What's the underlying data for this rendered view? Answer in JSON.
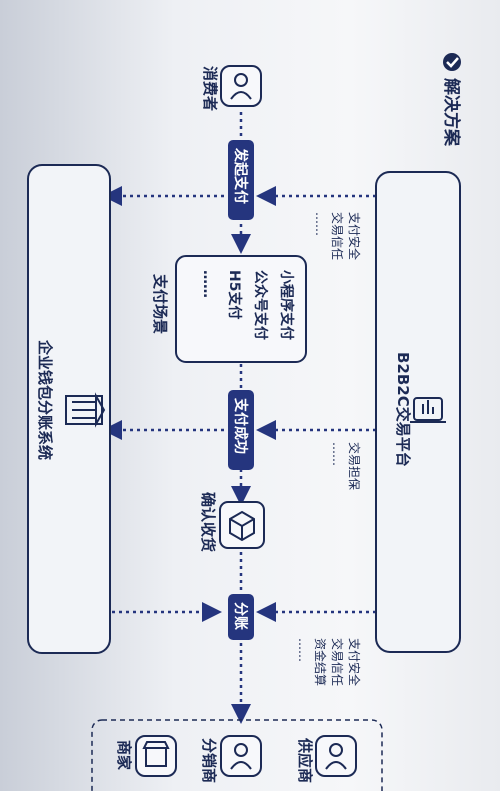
{
  "header": {
    "title": "解决方案"
  },
  "actors": {
    "consumer": "消费者",
    "supplier": "供应商",
    "distributor": "分销商",
    "merchant": "商家"
  },
  "systems": {
    "platform": "B2B2C交易平台",
    "wallet": "企业钱包分账系统"
  },
  "steps": {
    "initiate": "发起支付",
    "success": "支付成功",
    "confirm": "确认收货",
    "split": "分账"
  },
  "scenarios": {
    "title": "支付场景",
    "items": [
      "小程序支付",
      "公众号支付",
      "H5支付",
      "……"
    ]
  },
  "notes": {
    "top": [
      "支付安全",
      "交易信任",
      "……"
    ],
    "middle": [
      "交易担保",
      "……"
    ],
    "bottom": [
      "支付安全",
      "交易信任",
      "资金结算",
      "……"
    ]
  },
  "colors": {
    "accent": "#25357e",
    "ink": "#1c2a55"
  }
}
